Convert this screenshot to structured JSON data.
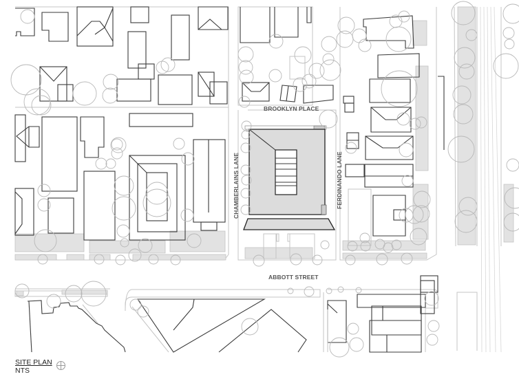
{
  "drawing": {
    "type": "site plan",
    "streets": {
      "brooklyn_place": "BROOKLYN PLACE",
      "chamberlains_lane": "CHAMBERLAINS LANE",
      "ferdinando_lane": "FERDINANDO LANE",
      "abbott_street": "ABBOTT STREET"
    },
    "legend": {
      "title": "SITE PLAN",
      "scale": "NTS"
    },
    "icons": {
      "north": "north-point-icon"
    },
    "colors": {
      "building_outline": "#3a3a3a",
      "tree_outline": "#b8b8b8",
      "landscape_fill": "#e2e2e2",
      "subject_roof_fill": "#dcdcdc",
      "label_text": "#555555"
    }
  }
}
